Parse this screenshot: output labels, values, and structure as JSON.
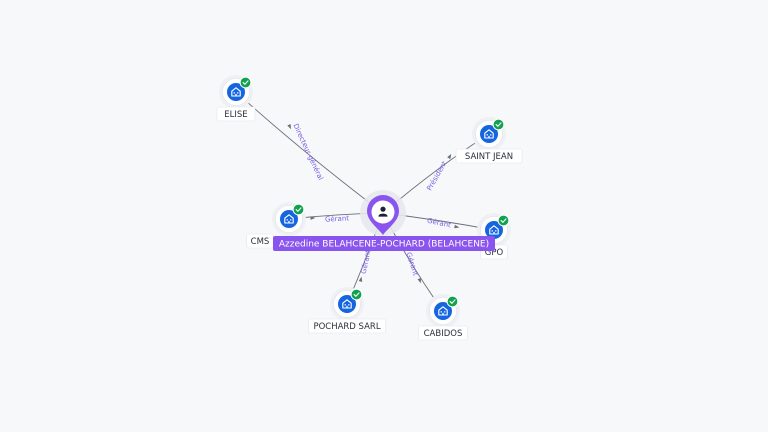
{
  "center": {
    "name": "Azzedine BELAHCENE-POCHARD (BELAHCENE)",
    "icon": "person-icon",
    "color": "#8a55ee"
  },
  "companies": [
    {
      "id": "elise",
      "name": "ELISE",
      "role": "Directeur général",
      "icon": "building-icon",
      "badge": "check-badge-icon"
    },
    {
      "id": "saint-jean",
      "name": "SAINT JEAN",
      "role": "Président",
      "icon": "building-icon",
      "badge": "check-badge-icon"
    },
    {
      "id": "cms",
      "name": "CMS",
      "role": "Gérant",
      "icon": "building-icon",
      "badge": "check-badge-icon"
    },
    {
      "id": "gpo",
      "name": "GPO",
      "role": "Gérant",
      "icon": "building-icon",
      "badge": "check-badge-icon"
    },
    {
      "id": "pochard-sarl",
      "name": "POCHARD SARL",
      "role": "Gérant",
      "icon": "building-icon",
      "badge": "check-badge-icon"
    },
    {
      "id": "cabidos",
      "name": "CABIDOS",
      "role": "Gérant",
      "icon": "building-icon",
      "badge": "check-badge-icon"
    }
  ],
  "colors": {
    "company_icon": "#1565e0",
    "check_badge": "#12a150",
    "edge_label": "#7a5ce6"
  }
}
